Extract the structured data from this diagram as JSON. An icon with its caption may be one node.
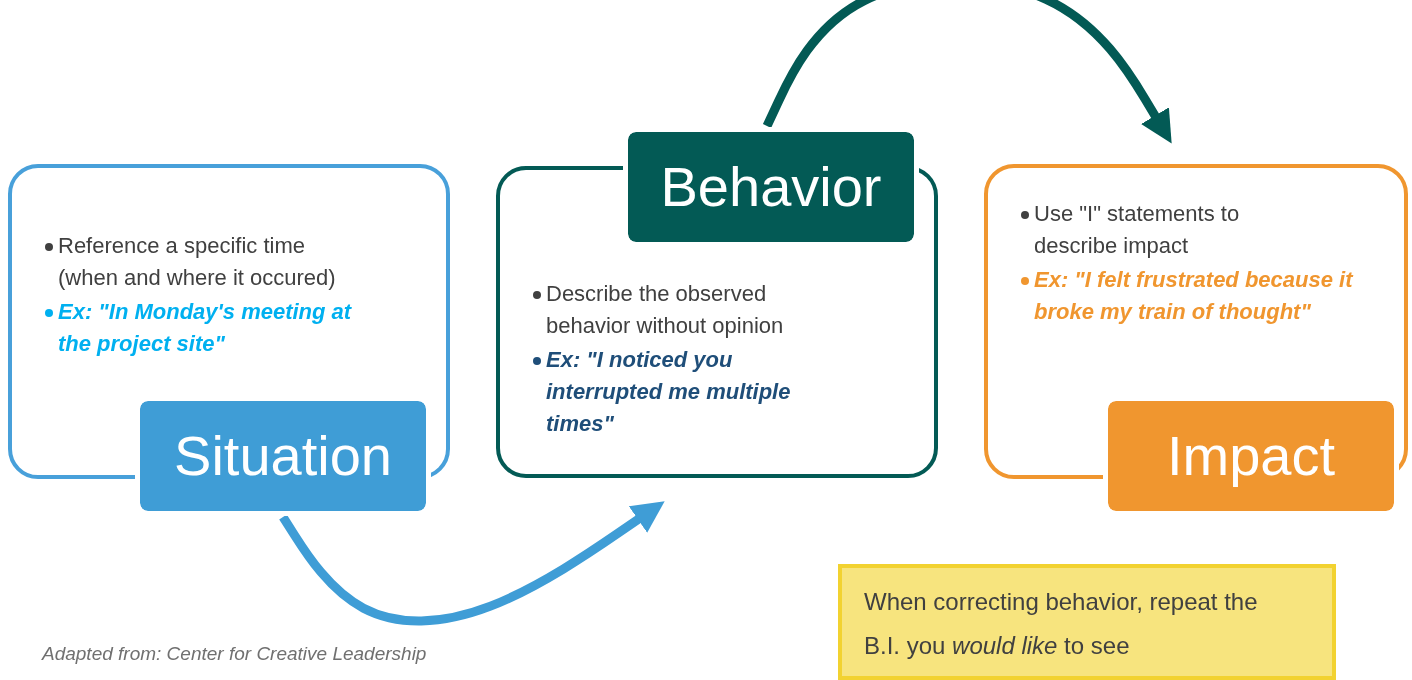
{
  "diagram": {
    "caption": "Adapted from: Center for Creative Leadership",
    "nodes": [
      {
        "text": [
          "Reference a specific time (when and where it occured)",
          "Ex: \"In Monday's meeting at the project site\"",
          "Situation"
        ]
      },
      {
        "text": [
          "Behavior",
          "Describe the observed behavior without opinion",
          "Ex: \"I noticed you interrupted me multiple times\""
        ]
      },
      {
        "text": [
          "Use \"I\" statements to describe impact",
          "Ex: \"I felt frustrated because it broke my train of thought\"",
          "Impact"
        ]
      },
      {
        "text": [
          "When correcting behavior, repeat the B.I. you *would like* to see"
        ]
      }
    ],
    "edges": [
      {
        "from": 0,
        "to": 1,
        "arrow": "to",
        "color": "#3f9dd6"
      },
      {
        "from": 1,
        "to": 2,
        "arrow": "to",
        "color": "#035a55"
      }
    ]
  }
}
